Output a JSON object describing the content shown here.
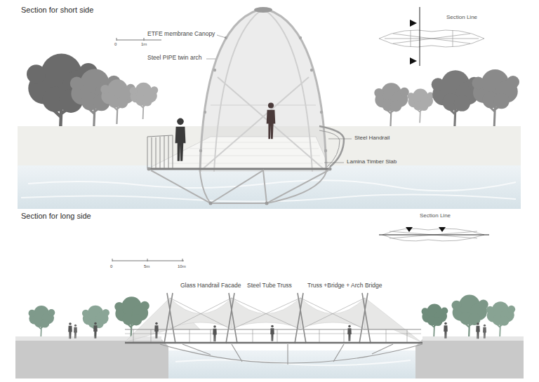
{
  "diagram": {
    "labels": [
      "Section for short side",
      "Section Line",
      "0",
      "1m",
      "ETFE membrane Canopy",
      "Steel PIPE twin arch",
      "Steel Handrail",
      "Lamina Timber Slab",
      "Section for long side",
      "Section Line",
      "0",
      "5m",
      "10m",
      "Glass Handrail Facade",
      "Steel Tube Truss",
      "Truss +Bridge + Arch Bridge"
    ]
  }
}
